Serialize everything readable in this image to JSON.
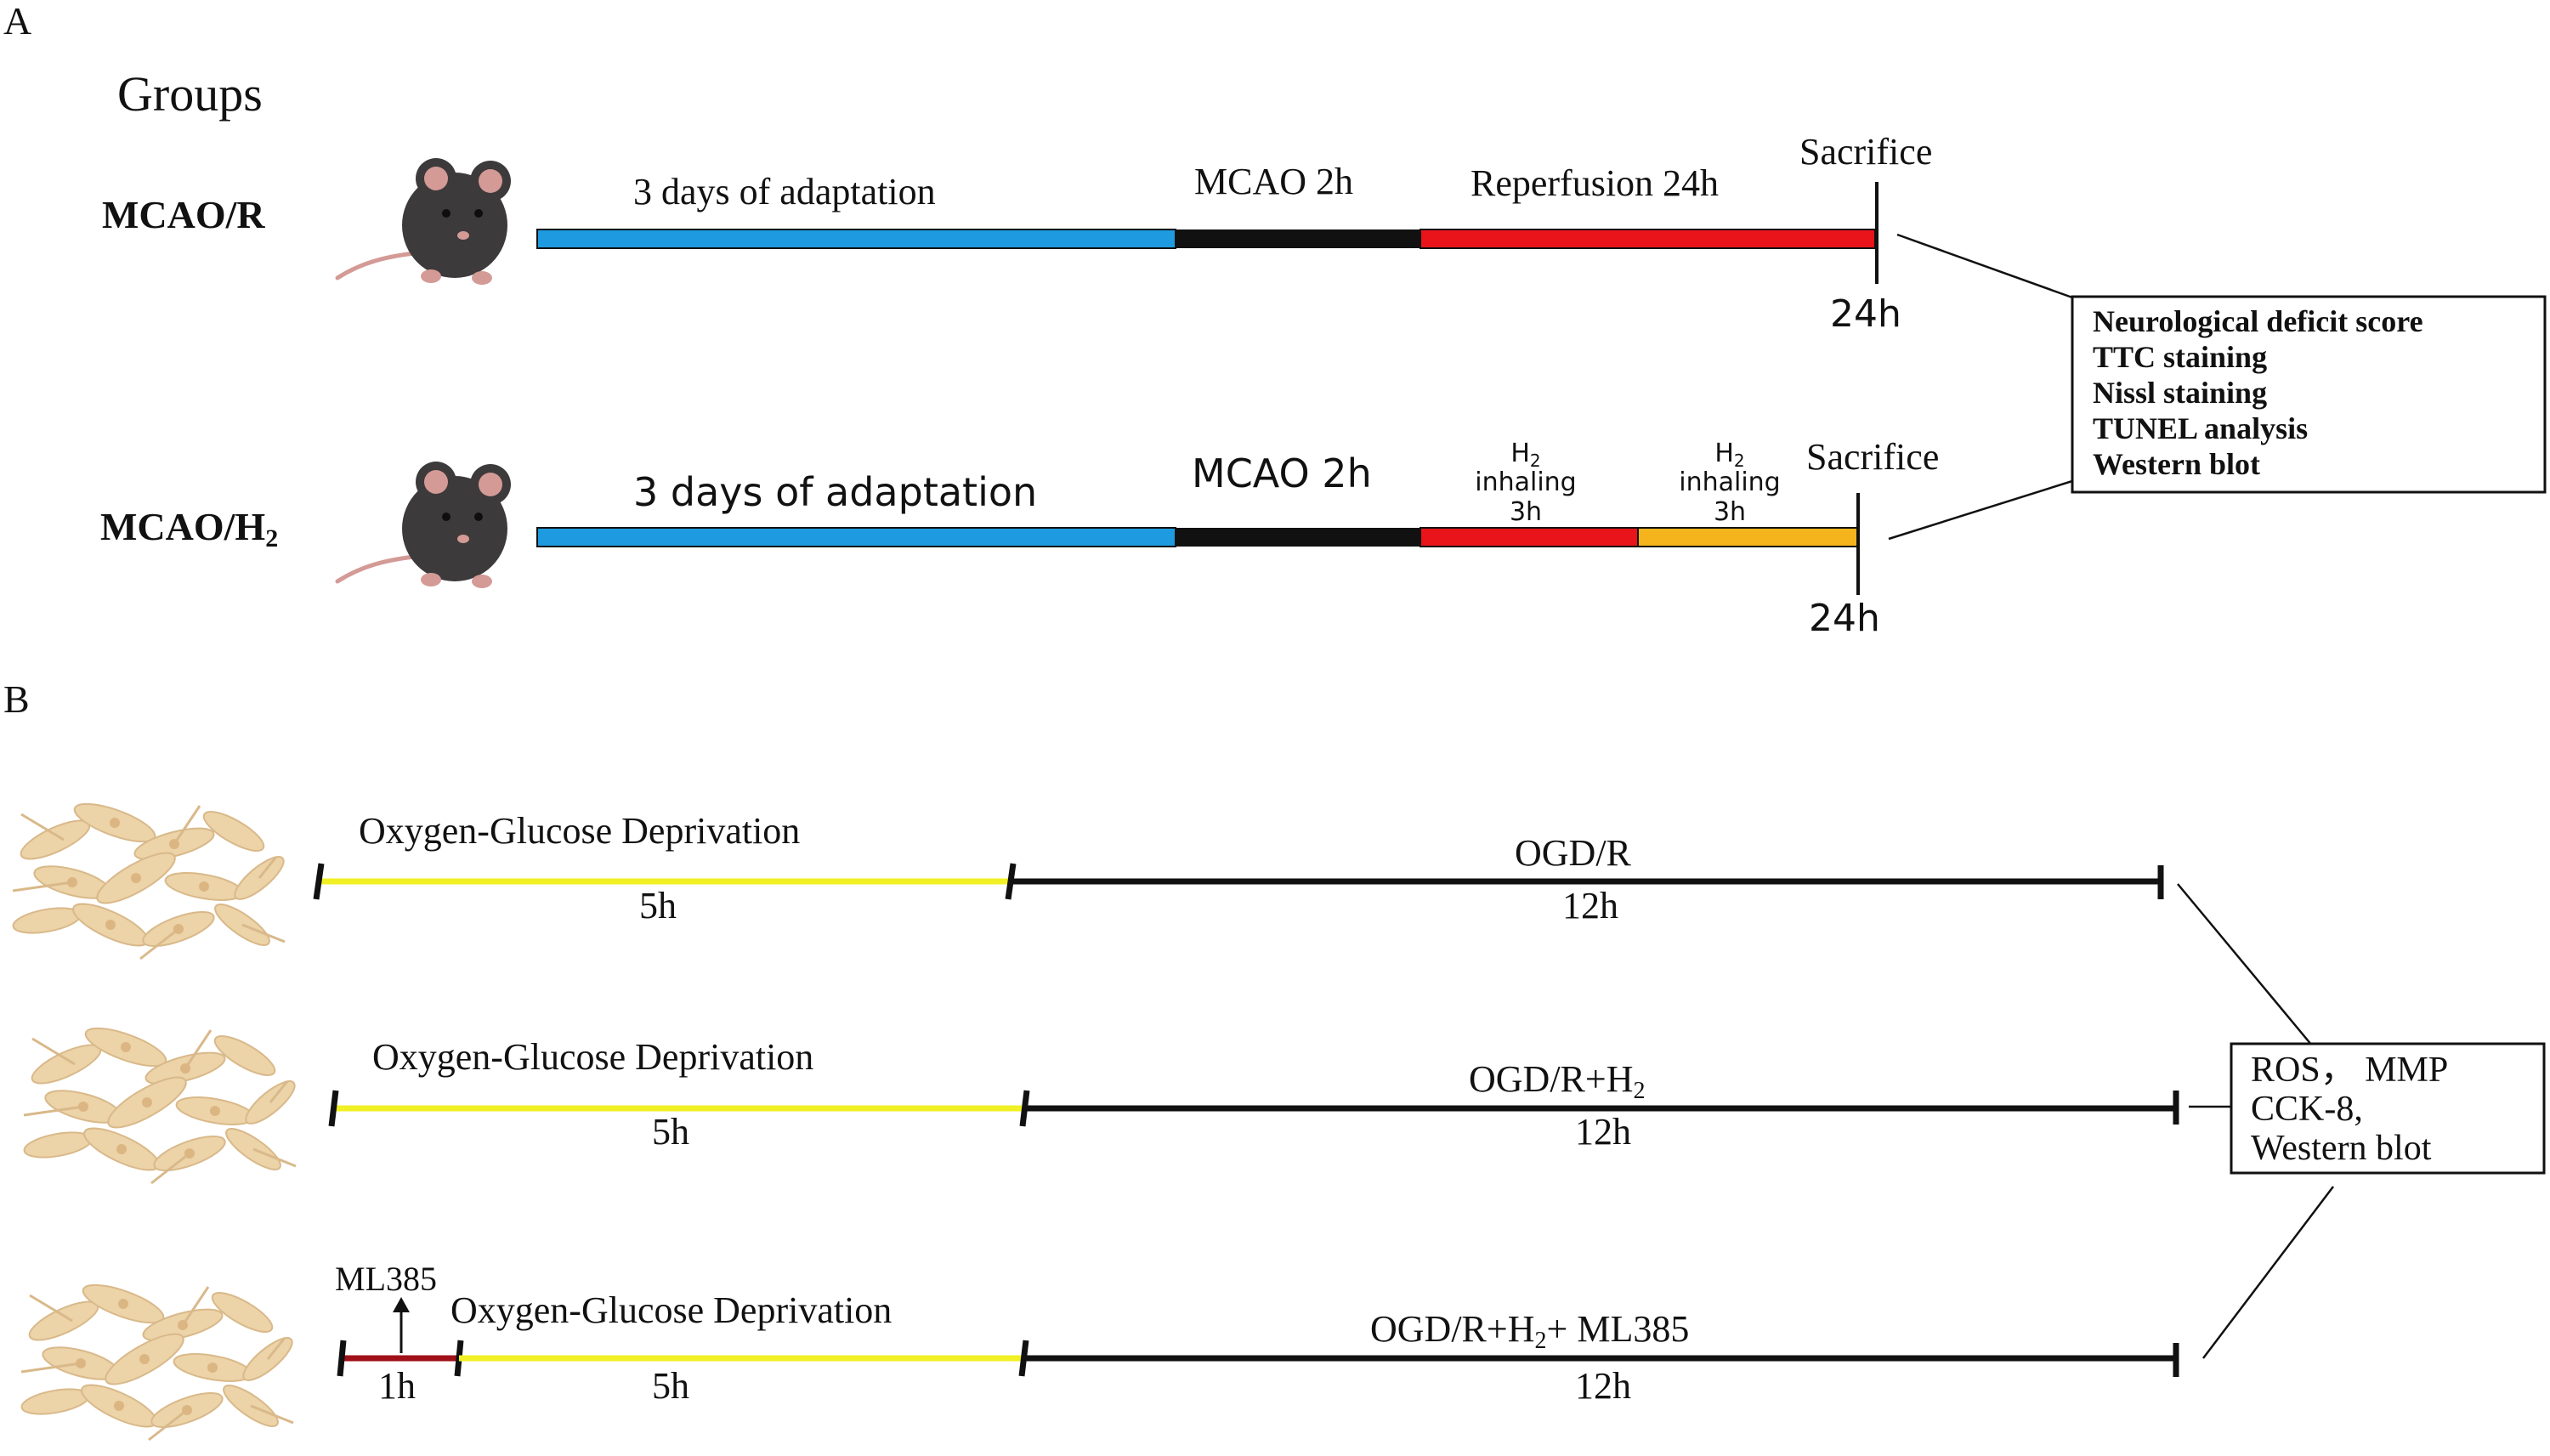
{
  "panel_a": {
    "label": "A",
    "groups_title": "Groups",
    "row1": {
      "group": "MCAO/R",
      "adaptation": "3 days of adaptation",
      "mcao": "MCAO 2h",
      "reperfusion": "Reperfusion 24h",
      "sacrifice": "Sacrifice",
      "time": "24h"
    },
    "row2": {
      "group_prefix": "MCAO/H",
      "group_sub": "2",
      "adaptation": "3 days of adaptation",
      "mcao": "MCAO 2h",
      "inhale1": {
        "h": "H",
        "sub": "2",
        "line2": "inhaling",
        "line3": "3h"
      },
      "inhale2": {
        "h": "H",
        "sub": "2",
        "line2": "inhaling",
        "line3": "3h"
      },
      "sacrifice": "Sacrifice",
      "time": "24h"
    },
    "outcomes": [
      "Neurological deficit score",
      "TTC staining",
      "Nissl staining",
      "TUNEL analysis",
      "Western blot"
    ]
  },
  "panel_b": {
    "label": "B",
    "row1": {
      "ogd": "Oxygen-Glucose Deprivation",
      "ogd_time": "5h",
      "reox": "OGD/R",
      "reox_time": "12h"
    },
    "row2": {
      "ogd": "Oxygen-Glucose Deprivation",
      "ogd_time": "5h",
      "reox_prefix": "OGD/R+H",
      "reox_sub": "2",
      "reox_time": "12h"
    },
    "row3": {
      "drug": "ML385",
      "drug_time": "1h",
      "ogd": "Oxygen-Glucose Deprivation",
      "ogd_time": "5h",
      "reox_prefix": "OGD/R+H",
      "reox_sub": "2",
      "reox_suffix": "+ ML385",
      "reox_time": "12h"
    },
    "outcomes": {
      "line1": "ROS， MMP",
      "line2": "CCK-8,",
      "line3": "Western blot"
    }
  },
  "colors": {
    "adaptation": "#1e9be0",
    "mcao": "#111111",
    "reperfusion": "#e8141a",
    "inhale_orange": "#f5b41c",
    "ogd_yellow": "#f0f024",
    "ml385_darkred": "#a01018",
    "mouse": "#3d3a3b",
    "mouse_pink": "#d49a96",
    "cells": "#ecd3a8"
  }
}
